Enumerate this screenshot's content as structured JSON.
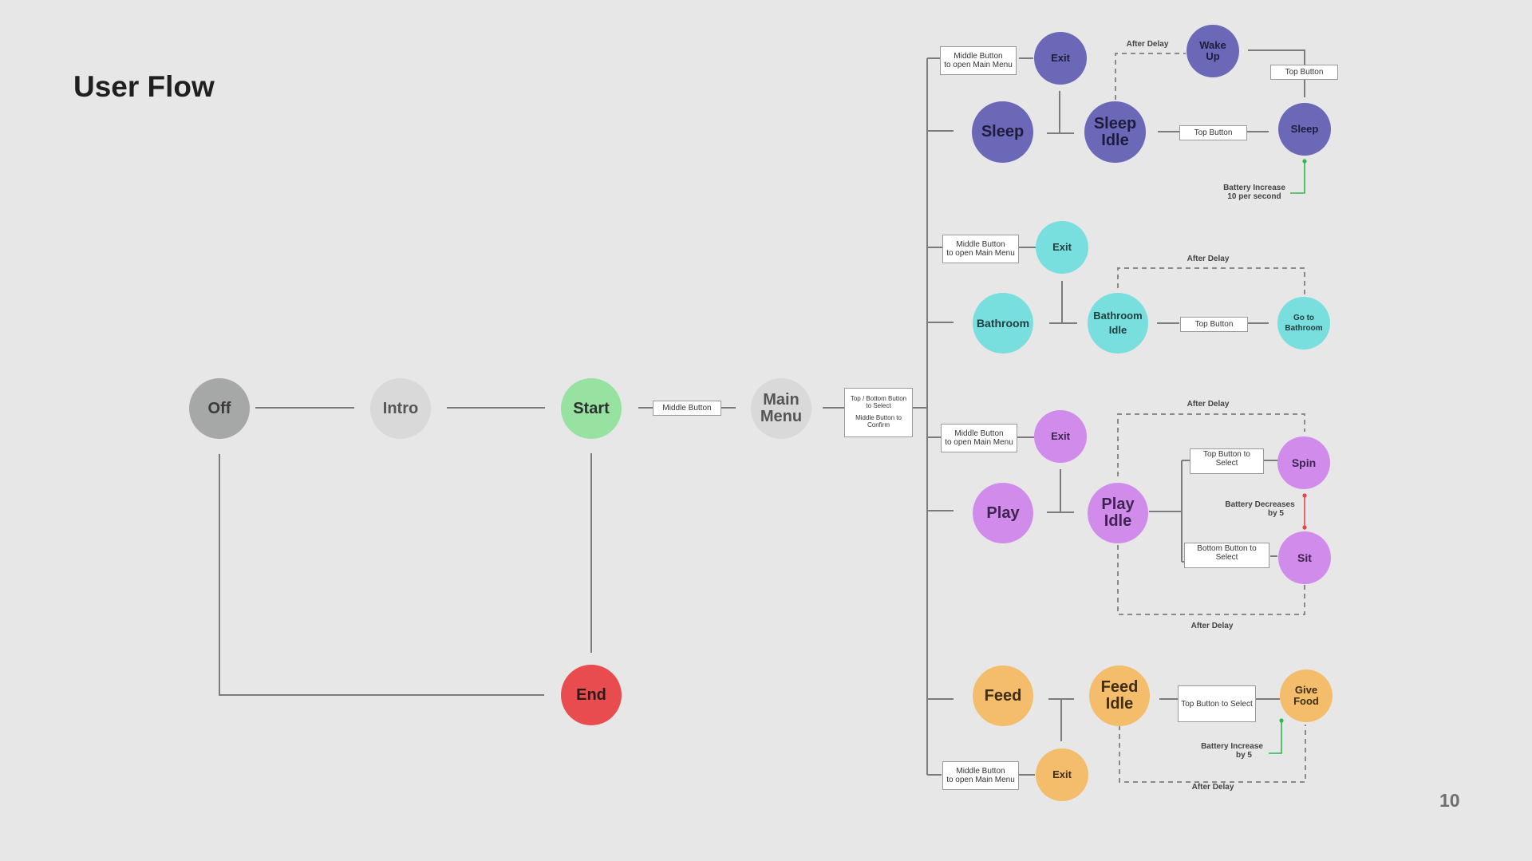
{
  "title": "User Flow",
  "page_number": "10",
  "colors": {
    "line": "#7c7c7c",
    "dashed": "#8a8a8a",
    "battery_up": "#2fb84d",
    "battery_down": "#e0484b",
    "off": "#a6a7a7",
    "neutral": "#d9d9d9",
    "start": "#98e2a1",
    "end": "#e94c4f",
    "sleep": "#6c68b8",
    "bathroom": "#78dede",
    "play": "#d18ceb",
    "feed": "#f3bd6b"
  },
  "main_flow": {
    "off": "Off",
    "intro": "Intro",
    "start": "Start",
    "main_menu": [
      "Main",
      "Menu"
    ],
    "end": "End",
    "middle_button": "Middle Button",
    "select_box": [
      "Top / Bottom Button",
      "to Select",
      "Middle Button to",
      "Confirm"
    ]
  },
  "sleep": {
    "node": "Sleep",
    "exit": "Exit",
    "idle": [
      "Sleep",
      "Idle"
    ],
    "wake": [
      "Wake",
      "Up"
    ],
    "sleep2": "Sleep",
    "exit_box": [
      "Middle Button",
      "to open Main Menu"
    ],
    "after_delay": "After Delay",
    "top_button_1": "Top Button",
    "top_button_2": "Top Button",
    "battery": [
      "Battery Increase",
      "10 per second"
    ]
  },
  "bathroom": {
    "node": "Bathroom",
    "exit": "Exit",
    "idle": [
      "Bathroom",
      "Idle"
    ],
    "go": [
      "Go to",
      "Bathroom"
    ],
    "exit_box": [
      "Middle Button",
      "to open Main Menu"
    ],
    "after_delay": "After Delay",
    "top_button": "Top Button"
  },
  "play": {
    "node": "Play",
    "exit": "Exit",
    "idle": [
      "Play",
      "Idle"
    ],
    "spin": "Spin",
    "sit": "Sit",
    "exit_box": [
      "Middle Button",
      "to open Main Menu"
    ],
    "after_delay_top": "After Delay",
    "after_delay_bottom": "After Delay",
    "top_select": "Top Button to Select",
    "bottom_select": "Bottom Button to Select",
    "battery": [
      "Battery Decreases",
      "by 5"
    ]
  },
  "feed": {
    "node": "Feed",
    "exit": "Exit",
    "idle": [
      "Feed",
      "Idle"
    ],
    "give": [
      "Give",
      "Food"
    ],
    "exit_box": [
      "Middle Button",
      "to open Main Menu"
    ],
    "after_delay": "After Delay",
    "top_select": "Top Button to Select",
    "battery": [
      "Battery Increase",
      "by 5"
    ]
  }
}
